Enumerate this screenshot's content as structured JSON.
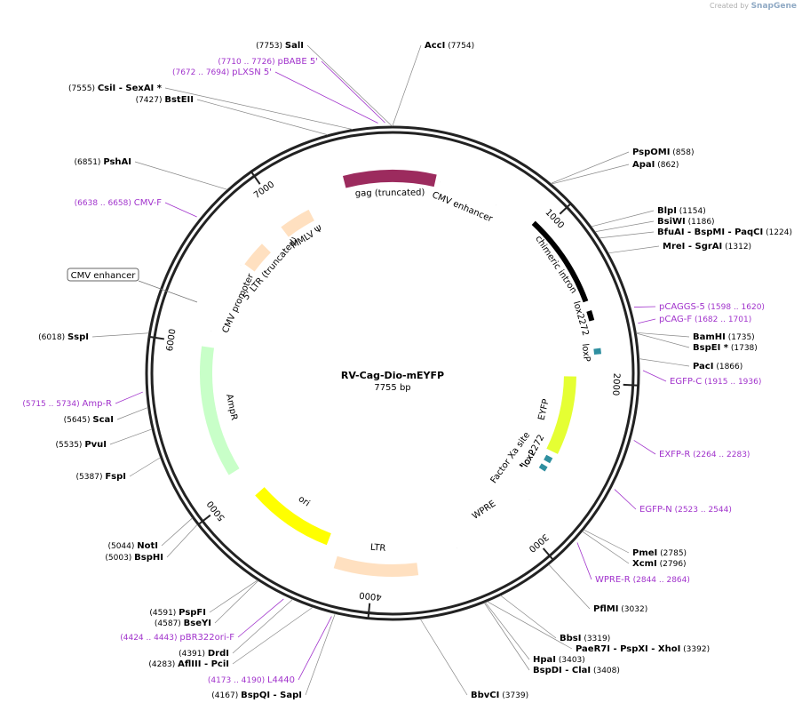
{
  "credit": {
    "prefix": "Created by",
    "brand": "SnapGene"
  },
  "plasmid": {
    "name": "RV-Cag-Dio-mEYFP",
    "length": "7755 bp",
    "total": 7755
  },
  "ticks": [
    "1000",
    "2000",
    "3000",
    "4000",
    "5000",
    "6000",
    "7000"
  ],
  "enzymes": [
    {
      "pos": "(7753)",
      "name": "SalI",
      "bp": 7753
    },
    {
      "pos": "(7754)",
      "name": "AccI",
      "bp": 7754
    },
    {
      "pos": "(7555)",
      "name": "CsiI  -  SexAI  *",
      "bp": 7555
    },
    {
      "pos": "(7427)",
      "name": "BstEII",
      "bp": 7427
    },
    {
      "pos": "(6851)",
      "name": "PshAI",
      "bp": 6851
    },
    {
      "pos": "(858)",
      "name": "PspOMI",
      "bp": 858
    },
    {
      "pos": "(862)",
      "name": "ApaI",
      "bp": 862
    },
    {
      "pos": "(1154)",
      "name": "BlpI",
      "bp": 1154
    },
    {
      "pos": "(1186)",
      "name": "BsiWI",
      "bp": 1186
    },
    {
      "pos": "(1224)",
      "name": "BfuAI  -  BspMI  -  PaqCI",
      "bp": 1224
    },
    {
      "pos": "(1312)",
      "name": "MreI  -  SgrAI",
      "bp": 1312
    },
    {
      "pos": "(1735)",
      "name": "BamHI",
      "bp": 1735
    },
    {
      "pos": "(1738)",
      "name": "BspEI  *",
      "bp": 1738
    },
    {
      "pos": "(1866)",
      "name": "PacI",
      "bp": 1866
    },
    {
      "pos": "(2785)",
      "name": "PmeI",
      "bp": 2785
    },
    {
      "pos": "(2796)",
      "name": "XcmI",
      "bp": 2796
    },
    {
      "pos": "(3032)",
      "name": "PflMI",
      "bp": 3032
    },
    {
      "pos": "(3319)",
      "name": "BbsI",
      "bp": 3319
    },
    {
      "pos": "(3392)",
      "name": "PaeR7I  -  PspXI  -  XhoI",
      "bp": 3392
    },
    {
      "pos": "(3403)",
      "name": "HpaI",
      "bp": 3403
    },
    {
      "pos": "(3408)",
      "name": "BspDI  -  ClaI",
      "bp": 3408
    },
    {
      "pos": "(3739)",
      "name": "BbvCI",
      "bp": 3739
    },
    {
      "pos": "(4167)",
      "name": "BspQI  -  SapI",
      "bp": 4167
    },
    {
      "pos": "(4283)",
      "name": "AflIII  -  PciI",
      "bp": 4283
    },
    {
      "pos": "(4391)",
      "name": "DrdI",
      "bp": 4391
    },
    {
      "pos": "(4587)",
      "name": "BseYI",
      "bp": 4587
    },
    {
      "pos": "(4591)",
      "name": "PspFI",
      "bp": 4591
    },
    {
      "pos": "(5003)",
      "name": "BspHI",
      "bp": 5003
    },
    {
      "pos": "(5044)",
      "name": "NotI",
      "bp": 5044
    },
    {
      "pos": "(5387)",
      "name": "FspI",
      "bp": 5387
    },
    {
      "pos": "(5535)",
      "name": "PvuI",
      "bp": 5535
    },
    {
      "pos": "(5645)",
      "name": "ScaI",
      "bp": 5645
    },
    {
      "pos": "(6018)",
      "name": "SspI",
      "bp": 6018
    }
  ],
  "primers": [
    {
      "pos": "(7710 .. 7726)",
      "name": "pBABE 5'",
      "bp": 7718
    },
    {
      "pos": "(7672 .. 7694)",
      "name": "pLXSN 5'",
      "bp": 7683
    },
    {
      "pos": "(6638 .. 6658)",
      "name": "CMV-F",
      "bp": 6648
    },
    {
      "pos": "(1598 .. 1620)",
      "name": "pCAGGS-5",
      "bp": 1609
    },
    {
      "pos": "(1682 .. 1701)",
      "name": "pCAG-F",
      "bp": 1691
    },
    {
      "pos": "(1915 .. 1936)",
      "name": "EGFP-C",
      "bp": 1925
    },
    {
      "pos": "(2264 .. 2283)",
      "name": "EXFP-R",
      "bp": 2273
    },
    {
      "pos": "(2523 .. 2544)",
      "name": "EGFP-N",
      "bp": 2533
    },
    {
      "pos": "(2844 .. 2864)",
      "name": "WPRE-R",
      "bp": 2854
    },
    {
      "pos": "(4424 .. 4443)",
      "name": "pBR322ori-F",
      "bp": 4433
    },
    {
      "pos": "(4173 .. 4190)",
      "name": "L4440",
      "bp": 4181
    },
    {
      "pos": "(5715 .. 5734)",
      "name": "Amp-R",
      "bp": 5724
    }
  ],
  "features": [
    {
      "name": "gag (truncated)",
      "start": 7450,
      "end": 270,
      "color": "#9c2b5e"
    },
    {
      "name": "CMV enhancer",
      "start": 300,
      "end": 680,
      "color": "#ffffff"
    },
    {
      "name": "chimeric intron",
      "start": 930,
      "end": 1500,
      "color": "#000000"
    },
    {
      "name": "lox2272",
      "start": 1560,
      "end": 1620,
      "color": "#000000"
    },
    {
      "name": "loxP",
      "start": 1790,
      "end": 1825,
      "color": "#2f8fa0"
    },
    {
      "name": "EYFP",
      "start": 1960,
      "end": 2500,
      "color": "#e5ff33"
    },
    {
      "name": "lox2272",
      "start": 2540,
      "end": 2580,
      "color": "#2f8fa0"
    },
    {
      "name": "loxP",
      "start": 2610,
      "end": 2645,
      "color": "#2f8fa0"
    },
    {
      "name": "Factor Xa site",
      "start": 2700,
      "end": 2712,
      "color": "#000000"
    },
    {
      "name": "WPRE",
      "start": 2860,
      "end": 3440,
      "color": "#ffffff"
    },
    {
      "name": "LTR",
      "start": 3720,
      "end": 4240,
      "color": "#ffe0c0"
    },
    {
      "name": "ori",
      "start": 4330,
      "end": 4920,
      "color": "#ffff00"
    },
    {
      "name": "AmpR",
      "start": 5130,
      "end": 5990,
      "color": "#c8ffc8"
    },
    {
      "name": "CMV promoter",
      "start": 6100,
      "end": 6580,
      "color": "#ffffff"
    },
    {
      "name": "5' LTR (truncated)",
      "start": 6600,
      "end": 6780,
      "color": "#ffe0c0"
    },
    {
      "name": "MMLV Ψ",
      "start": 6950,
      "end": 7170,
      "color": "#ffe0c0"
    }
  ],
  "callout": {
    "name": "CMV enhancer"
  }
}
